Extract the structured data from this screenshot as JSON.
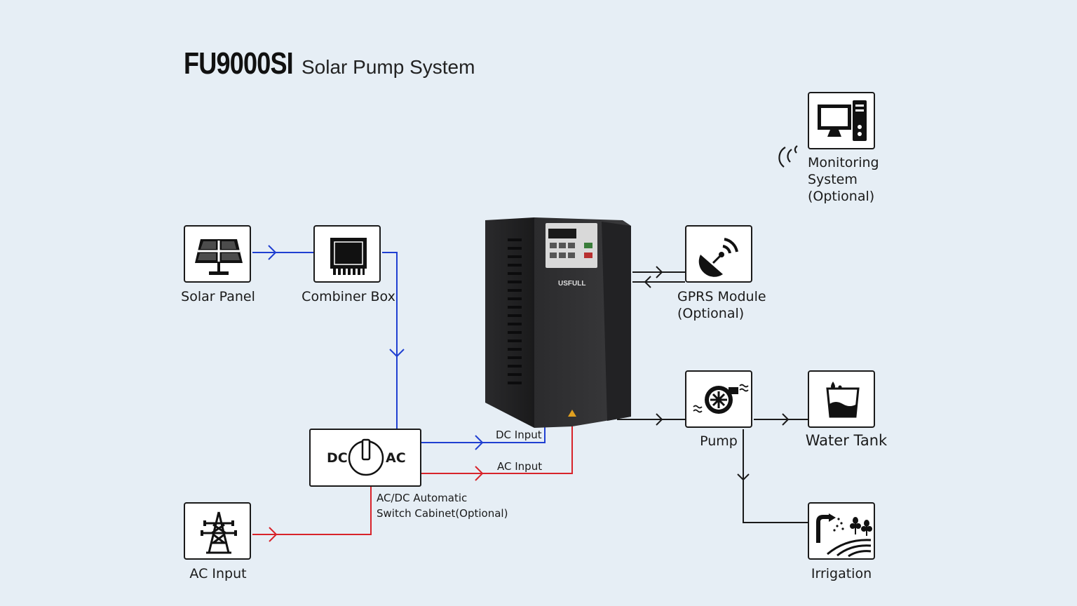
{
  "title": {
    "model": "FU9000SI",
    "subtitle": "Solar Pump System"
  },
  "nodes": {
    "solar_panel": {
      "label": "Solar Panel",
      "icon": "solar-panel-icon"
    },
    "combiner_box": {
      "label": "Combiner Box",
      "icon": "combiner-box-icon"
    },
    "ac_input": {
      "label": "AC Input",
      "icon": "power-tower-icon"
    },
    "switch_cabinet": {
      "dc": "DC",
      "ac": "AC",
      "label_line1": "AC/DC Automatic",
      "label_line2": "Switch Cabinet(Optional)",
      "icon": "power-switch-icon"
    },
    "inverter": {
      "brand": "USFULL",
      "icon": "inverter-device"
    },
    "monitoring": {
      "line1": "Monitoring",
      "line2": "System",
      "line3": "(Optional)",
      "icon": "computer-monitor-icon"
    },
    "gprs": {
      "line1": "GPRS Module",
      "line2": "(Optional)",
      "icon": "satellite-dish-icon"
    },
    "pump": {
      "label": "Pump",
      "icon": "pump-icon"
    },
    "water_tank": {
      "label": "Water Tank",
      "icon": "water-tank-icon"
    },
    "irrigation": {
      "label": "Irrigation",
      "icon": "irrigation-icon"
    }
  },
  "connections": {
    "dc_input": "DC Input",
    "ac_input": "AC Input"
  },
  "colors": {
    "background": "#e6eef5",
    "dc_line": "#1f3fd1",
    "ac_line": "#d8232a",
    "signal_line": "#1a1a1a"
  }
}
